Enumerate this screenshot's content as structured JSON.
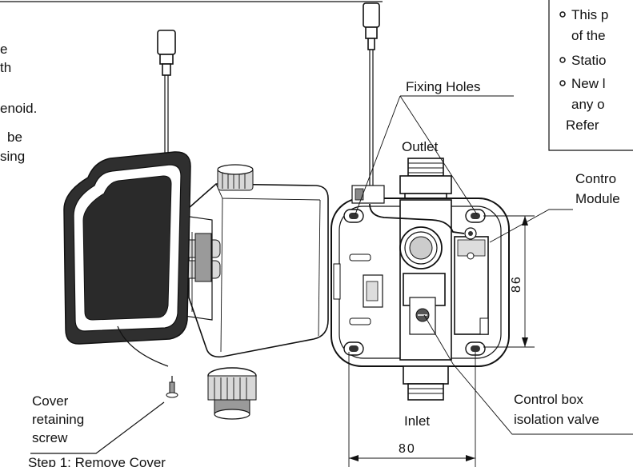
{
  "left_text": {
    "line1": "e",
    "line2": "th",
    "line3": "enoid.",
    "line4": "be",
    "line5": "sing"
  },
  "notes_box": {
    "line1": "This p",
    "line2": "of the",
    "line3": "Statio",
    "line4": "New l",
    "line5": "any o",
    "line6": "Refer"
  },
  "labels": {
    "fixing_holes": "Fixing Holes",
    "outlet": "Outlet",
    "inlet": "Inlet",
    "control_module_1": "Contro",
    "control_module_2": "Module",
    "control_box_1": "Control box",
    "control_box_2": "isolation valve",
    "cover_1": "Cover",
    "cover_2": "retaining",
    "cover_3": "screw",
    "step": "Step 1: Remove Cover"
  },
  "dimensions": {
    "height": "86",
    "width": "80"
  }
}
